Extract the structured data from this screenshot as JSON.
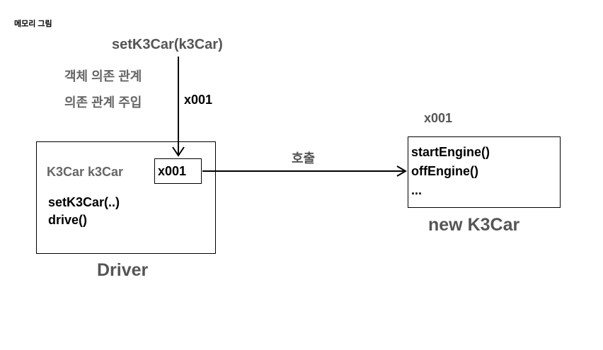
{
  "title": "메모리 그림",
  "call_method": "setK3Car(k3Car)",
  "notes": [
    "객체 의존 관계",
    "의존 관계 주입"
  ],
  "injected_address": "x001",
  "driver": {
    "field_label": "K3Car k3Car",
    "field_value": "x001",
    "methods": [
      "setK3Car(..)",
      "drive()"
    ],
    "caption": "Driver"
  },
  "call_label": "호출",
  "car": {
    "address": "x001",
    "methods": [
      "startEngine()",
      "offEngine()",
      "..."
    ],
    "caption": "new K3Car"
  }
}
